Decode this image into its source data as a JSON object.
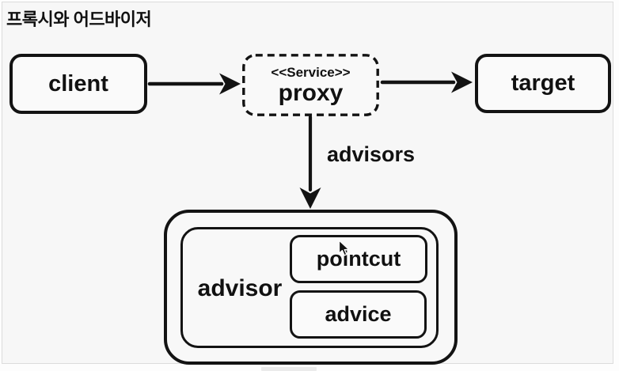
{
  "title": "프록시와 어드바이저",
  "nodes": {
    "client": {
      "label": "client"
    },
    "proxy": {
      "stereotype": "<<Service>>",
      "label": "proxy"
    },
    "target": {
      "label": "target"
    },
    "advisor": {
      "label": "advisor"
    },
    "pointcut": {
      "label": "pointcut"
    },
    "advice": {
      "label": "advice"
    }
  },
  "edges": {
    "client_to_proxy": {
      "label": ""
    },
    "proxy_to_target": {
      "label": ""
    },
    "proxy_to_advisor": {
      "label": "advisors"
    }
  },
  "colors": {
    "ink": "#131313",
    "panel_bg": "#f7f7f7",
    "panel_border": "#dcdcdc",
    "outside_bg": "#fdfdfd",
    "node_bg": "#fafafa"
  }
}
